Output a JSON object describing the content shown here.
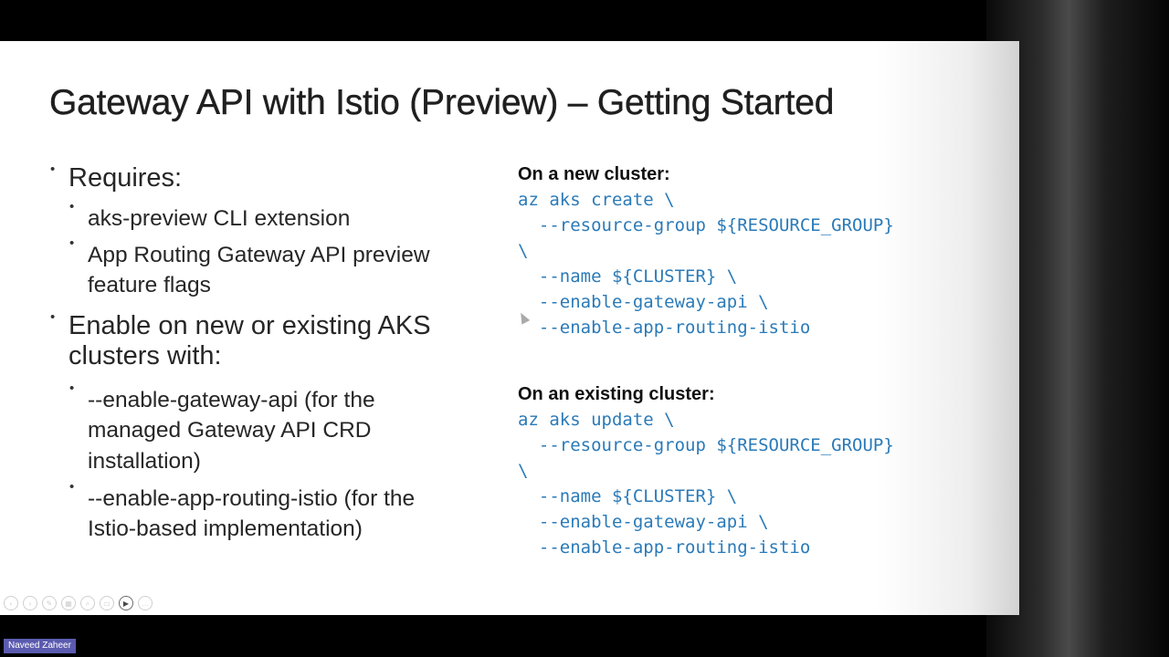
{
  "slide": {
    "title": "Gateway API with Istio (Preview) – Getting Started",
    "bullets": {
      "requires": "Requires:",
      "aks_preview": "aks-preview CLI extension",
      "feature_flags": "App Routing Gateway API preview feature flags",
      "enable": "Enable on new or existing AKS clusters with:",
      "gateway_api": "--enable-gateway-api (for the managed Gateway API CRD installation)",
      "app_routing": "--enable-app-routing-istio (for the Istio-based implementation)"
    },
    "new_cluster": {
      "heading": "On a new cluster:",
      "code": "az aks create \\\n  --resource-group ${RESOURCE_GROUP}\n\\\n  --name ${CLUSTER} \\\n  --enable-gateway-api \\\n  --enable-app-routing-istio"
    },
    "existing_cluster": {
      "heading": "On an existing cluster:",
      "code": "az aks update \\\n  --resource-group ${RESOURCE_GROUP}\n\\\n  --name ${CLUSTER} \\\n  --enable-gateway-api \\\n  --enable-app-routing-istio"
    }
  },
  "toolbar": {
    "icons": [
      "previous-icon",
      "next-icon",
      "pen-icon",
      "slides-grid-icon",
      "zoom-icon",
      "subtitles-icon",
      "camera-icon",
      "more-icon"
    ],
    "glyphs": [
      "‹",
      "›",
      "✎",
      "▦",
      "⌕",
      "▭",
      "▶",
      "…"
    ]
  },
  "participant": {
    "name": "Naveed Zaheer"
  },
  "colors": {
    "code_blue": "#2a7ab8",
    "name_tag_bg": "#5b5bb0"
  }
}
